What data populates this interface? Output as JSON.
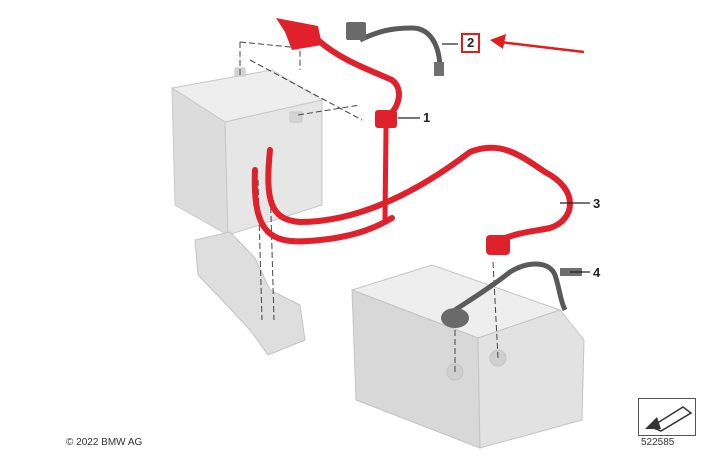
{
  "callouts": [
    {
      "id": "1",
      "label": "1"
    },
    {
      "id": "2",
      "label": "2",
      "highlighted": true
    },
    {
      "id": "3",
      "label": "3"
    },
    {
      "id": "4",
      "label": "4"
    }
  ],
  "footer": {
    "copyright": "© 2022 BMW AG",
    "image_number": "522585"
  },
  "icons": {
    "navigation": "arrow-down-left-icon"
  },
  "colors": {
    "cable_red": "#e0202a",
    "cable_dark": "#5a5a5a",
    "part_gray": "#dcdcdc",
    "highlight": "#e21c1c"
  }
}
